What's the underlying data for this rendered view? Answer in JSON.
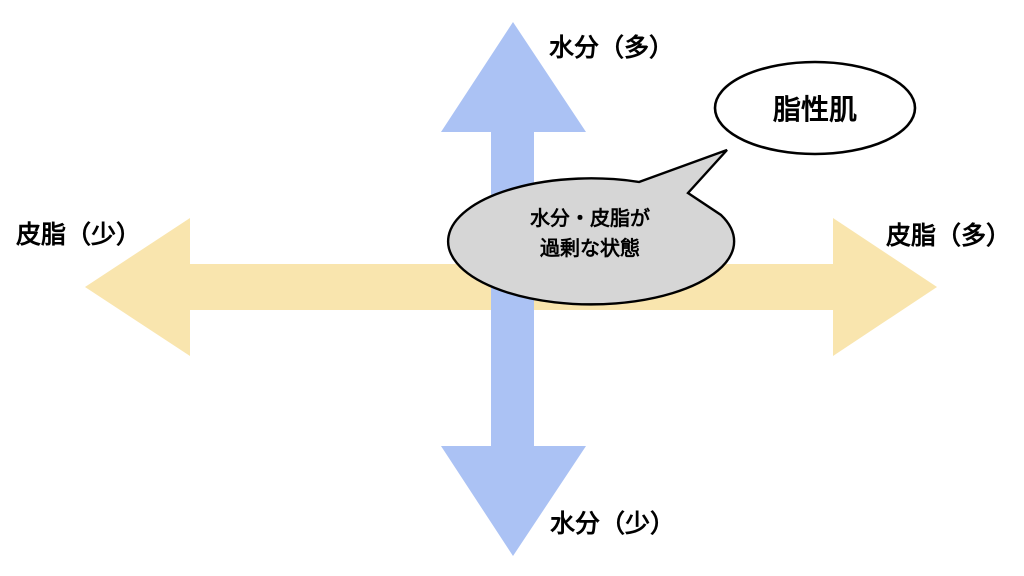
{
  "axis_labels": {
    "top": "水分（多）",
    "bottom": "水分（少）",
    "left": "皮脂（少）",
    "right": "皮脂（多）"
  },
  "callout": {
    "label": "脂性肌"
  },
  "bubble": {
    "line1": "水分・皮脂が",
    "line2": "過剰な状態"
  },
  "colors": {
    "vertical_arrow": "#ABC2F4",
    "horizontal_arrow": "#F9E5AE",
    "bubble_fill": "#D6D6D6",
    "callout_fill": "#FFFFFF",
    "outline": "#000000",
    "text": "#000000"
  }
}
